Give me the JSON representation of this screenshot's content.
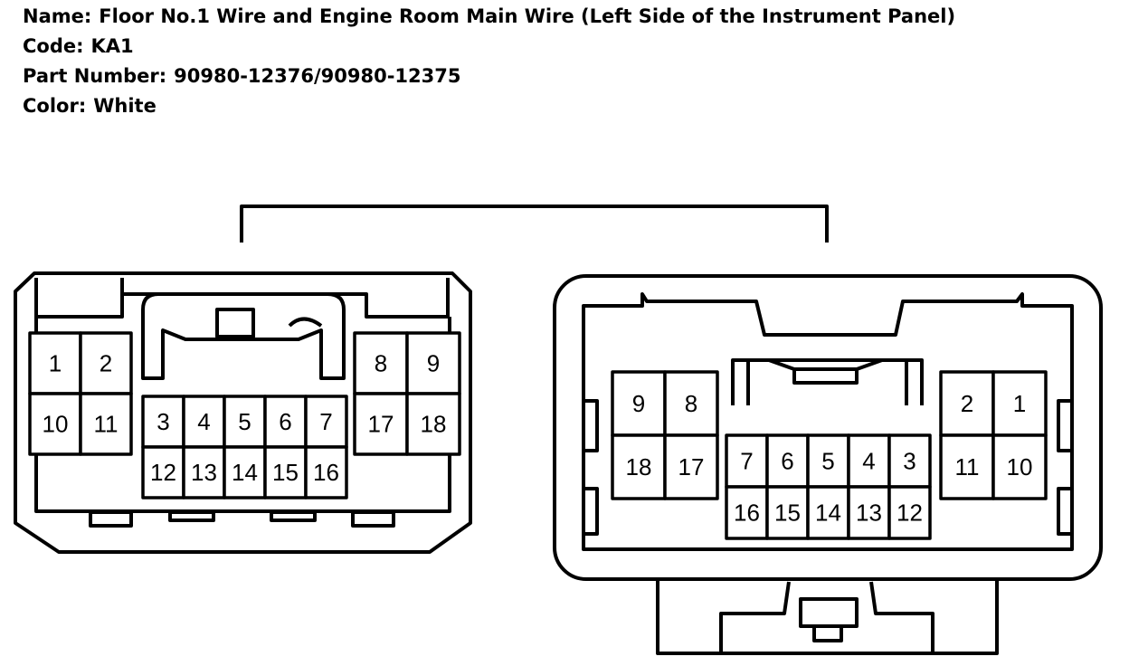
{
  "header": {
    "name_label": "Name:",
    "name_value": "Floor No.1 Wire and Engine Room Main Wire (Left Side of the Instrument Panel)",
    "code_label": "Code:",
    "code_value": "KA1",
    "part_label": "Part Number:",
    "part_value": "90980-12376/90980-12375",
    "color_label": "Color:",
    "color_value": "White"
  },
  "connectors": {
    "left": {
      "groups": [
        [
          [
            "1",
            "2"
          ],
          [
            "10",
            "11"
          ]
        ],
        [
          [
            "3",
            "4",
            "5",
            "6",
            "7"
          ],
          [
            "12",
            "13",
            "14",
            "15",
            "16"
          ]
        ],
        [
          [
            "8",
            "9"
          ],
          [
            "17",
            "18"
          ]
        ]
      ]
    },
    "right": {
      "groups": [
        [
          [
            "9",
            "8"
          ],
          [
            "18",
            "17"
          ]
        ],
        [
          [
            "7",
            "6",
            "5",
            "4",
            "3"
          ],
          [
            "16",
            "15",
            "14",
            "13",
            "12"
          ]
        ],
        [
          [
            "2",
            "1"
          ],
          [
            "11",
            "10"
          ]
        ]
      ]
    }
  }
}
